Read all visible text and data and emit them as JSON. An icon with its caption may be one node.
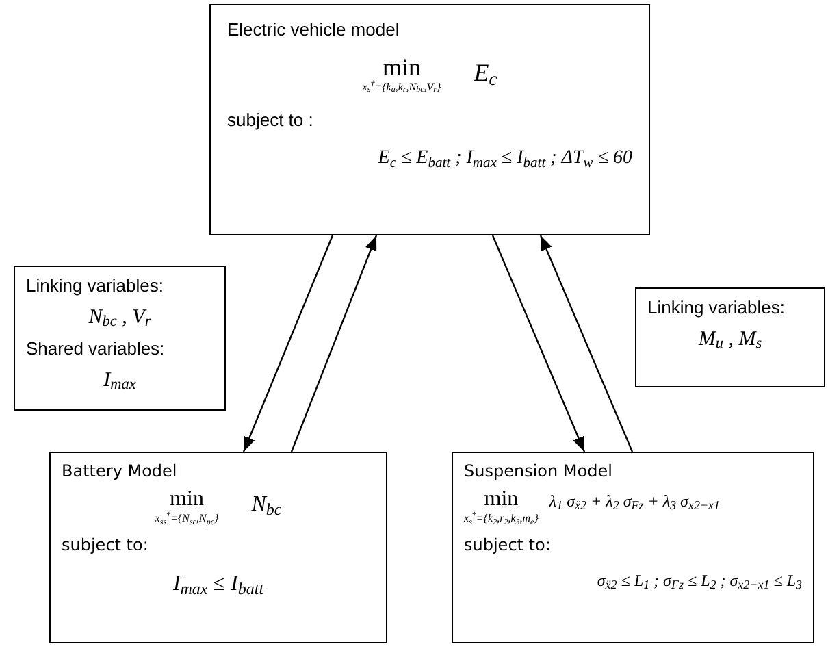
{
  "diagram": {
    "nodes": [
      {
        "text": [
          "Electric vehicle model",
          "min",
          "x$_{s}$$^{†}$={k$_{a}$,k$_{r}$,N$_{bc}$,V$_{r}$}",
          "E$_{c}$",
          "subject to :",
          "E$_{c}$ ≤ E$_{batt}$ ; I$_{max}$ ≤ I$_{batt}$ ; ΔT$_{w}$ ≤ 60"
        ]
      },
      {
        "text": [
          "Linking variables:",
          "N$_{bc}$ , V$_{r}$",
          "Shared variables:",
          "I$_{max}$"
        ]
      },
      {
        "text": [
          "Linking variables:",
          "M$_{u}$ , M$_{s}$"
        ]
      },
      {
        "text": [
          "Battery Model",
          "min",
          "x$_{ss}$$^{†}$={N$_{sc}$,N$_{pc}$}",
          "N$_{bc}$",
          "subject to:",
          "I$_{max}$ ≤ I$_{batt}$"
        ]
      },
      {
        "text": [
          "Suspension Model",
          "min",
          "x$_{s}$$^{†}$={k$_{2}$,r$_{2}$,k$_{3}$,m$_{e}$}",
          "λ$_{1}$ σ$_{ẍ2}$ + λ$_{2}$ σ$_{Fz}$ + λ$_{3}$ σ$_{x2−x1}$",
          "subject to:",
          "σ$_{ẍ2}$ ≤ L$_{1}$ ; σ$_{Fz}$ ≤ L$_{2}$ ; σ$_{x2−x1}$ ≤ L$_{3}$"
        ]
      }
    ],
    "edges": [
      {
        "from": 0,
        "to": 3,
        "arrow": "to"
      },
      {
        "from": 3,
        "to": 0,
        "arrow": "to"
      },
      {
        "from": 0,
        "to": 4,
        "arrow": "to"
      },
      {
        "from": 4,
        "to": 0,
        "arrow": "to"
      }
    ]
  }
}
